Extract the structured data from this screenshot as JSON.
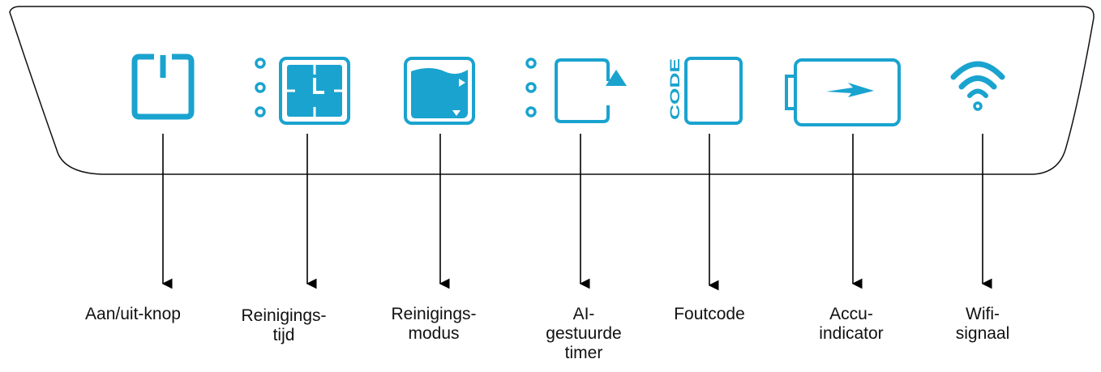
{
  "panel": {
    "accent_color": "#1aa3cf",
    "icons": [
      {
        "id": "power",
        "icon": "power-icon"
      },
      {
        "id": "time",
        "icon": "clock-icon"
      },
      {
        "id": "mode",
        "icon": "flag-icon"
      },
      {
        "id": "timer",
        "icon": "refresh-arrow-icon"
      },
      {
        "id": "code",
        "icon": "code-icon",
        "text": "CODE"
      },
      {
        "id": "battery",
        "icon": "battery-icon"
      },
      {
        "id": "wifi",
        "icon": "wifi-icon"
      }
    ]
  },
  "labels": {
    "power": "Aan/uit-knop",
    "time": "Reinigings-\ntijd",
    "mode": "Reinigings-\nmodus",
    "timer": "AI-\ngestuurde\ntimer",
    "code": "Foutcode",
    "battery": "Accu-\nindicator",
    "wifi": "Wifi-\nsignaal"
  }
}
